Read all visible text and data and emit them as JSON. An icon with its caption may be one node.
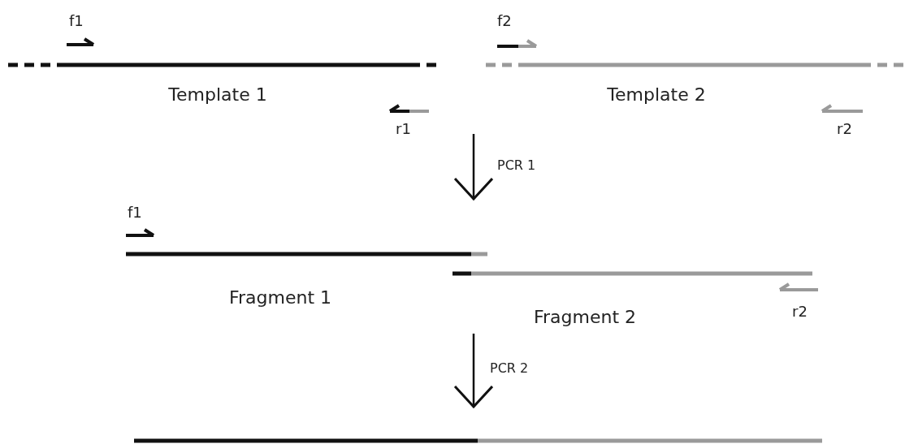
{
  "diagram": {
    "nodes": [
      {
        "text": [
          "Template 1"
        ]
      },
      {
        "text": [
          "Template 2"
        ]
      },
      {
        "text": [
          "Fragment 1"
        ]
      },
      {
        "text": [
          "Fragment 2"
        ]
      },
      {
        "text": [],
        "shape": "bar"
      }
    ],
    "edges": [
      {
        "from": null,
        "to": 2,
        "arrow": "to",
        "label": "PCR 1"
      },
      {
        "from": 3,
        "to": 4,
        "arrow": "to",
        "label": "PCR 2"
      }
    ],
    "labels": [
      "f1",
      "f2",
      "r1",
      "r2",
      "f1",
      "r2"
    ]
  }
}
